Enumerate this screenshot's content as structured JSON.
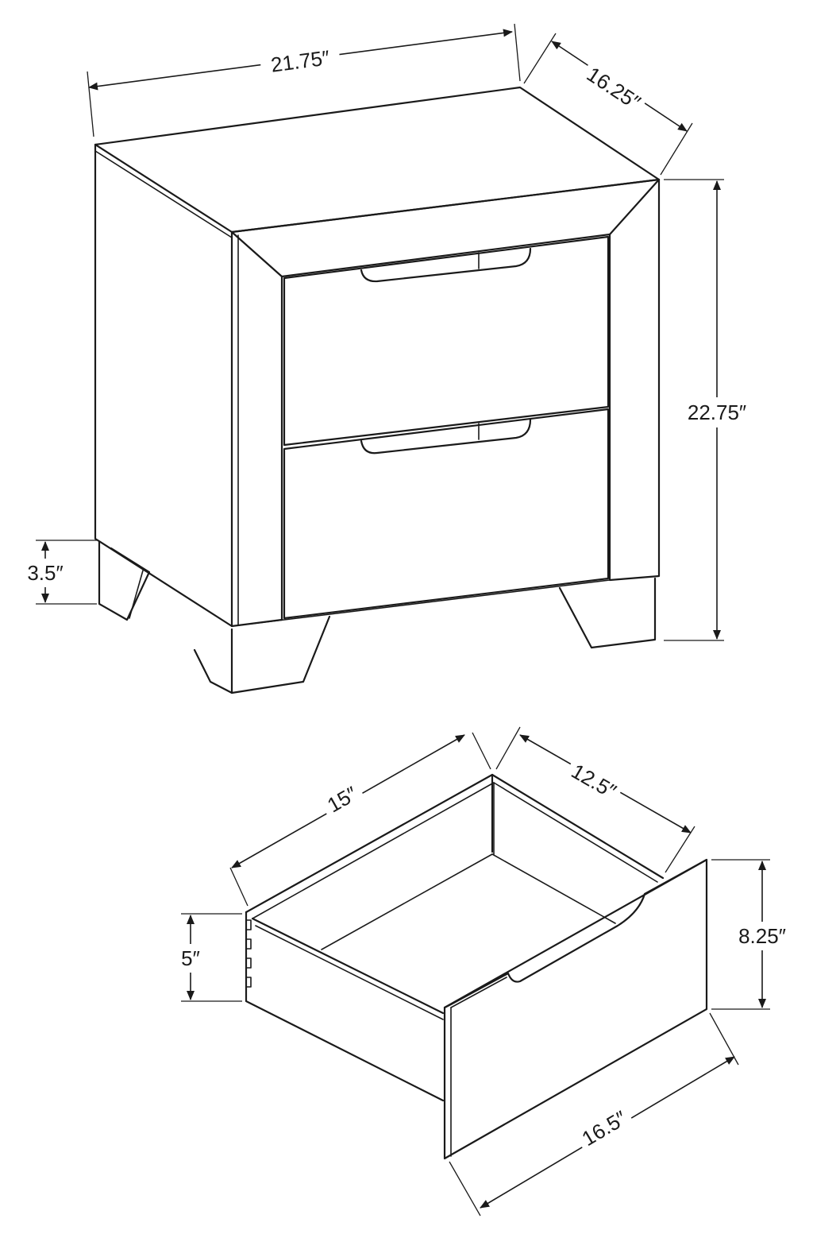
{
  "nightstand": {
    "width_label": "21.75″",
    "depth_label": "16.25″",
    "height_label": "22.75″",
    "leg_height_label": "3.5″"
  },
  "drawer": {
    "length_label": "15″",
    "inner_width_label": "12.5″",
    "side_height_label": "5″",
    "front_height_label": "8.25″",
    "front_width_label": "16.5″"
  }
}
